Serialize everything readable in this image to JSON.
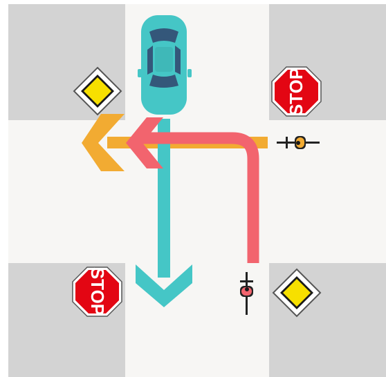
{
  "scene": {
    "type": "intersection-right-of-way",
    "colors": {
      "background": "#ffffff",
      "corner_block": "#d3d3d3",
      "road": "#f7f6f4",
      "car": "#45c6c6",
      "car_windows": "#34577a",
      "arrow_car": "#45c6c6",
      "arrow_cyclist_right": "#f2ab32",
      "arrow_cyclist_bottom": "#f2646e",
      "stop_sign": "#e30613",
      "priority_sign": "#f7e000"
    },
    "signs": {
      "stop_top_right": {
        "text": "STOP"
      },
      "stop_bottom_left": {
        "text": "STOP"
      }
    },
    "vehicles": {
      "car": "car-top-view",
      "cyclist_right": "bicycle-rider-orange",
      "cyclist_bottom": "bicycle-rider-red"
    }
  }
}
